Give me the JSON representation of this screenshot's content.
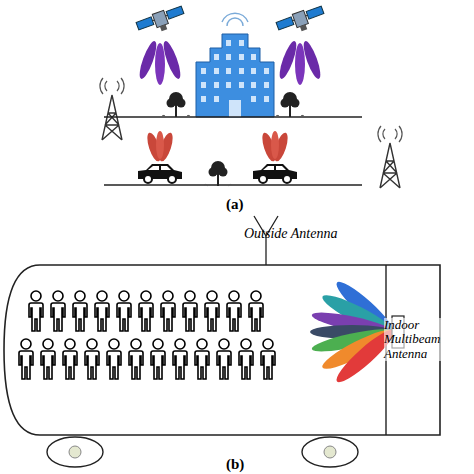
{
  "diagram": {
    "labels": [
      "(a)",
      "Outside Antenna",
      "Indoor Multibeam Antenna",
      "(b)"
    ]
  }
}
